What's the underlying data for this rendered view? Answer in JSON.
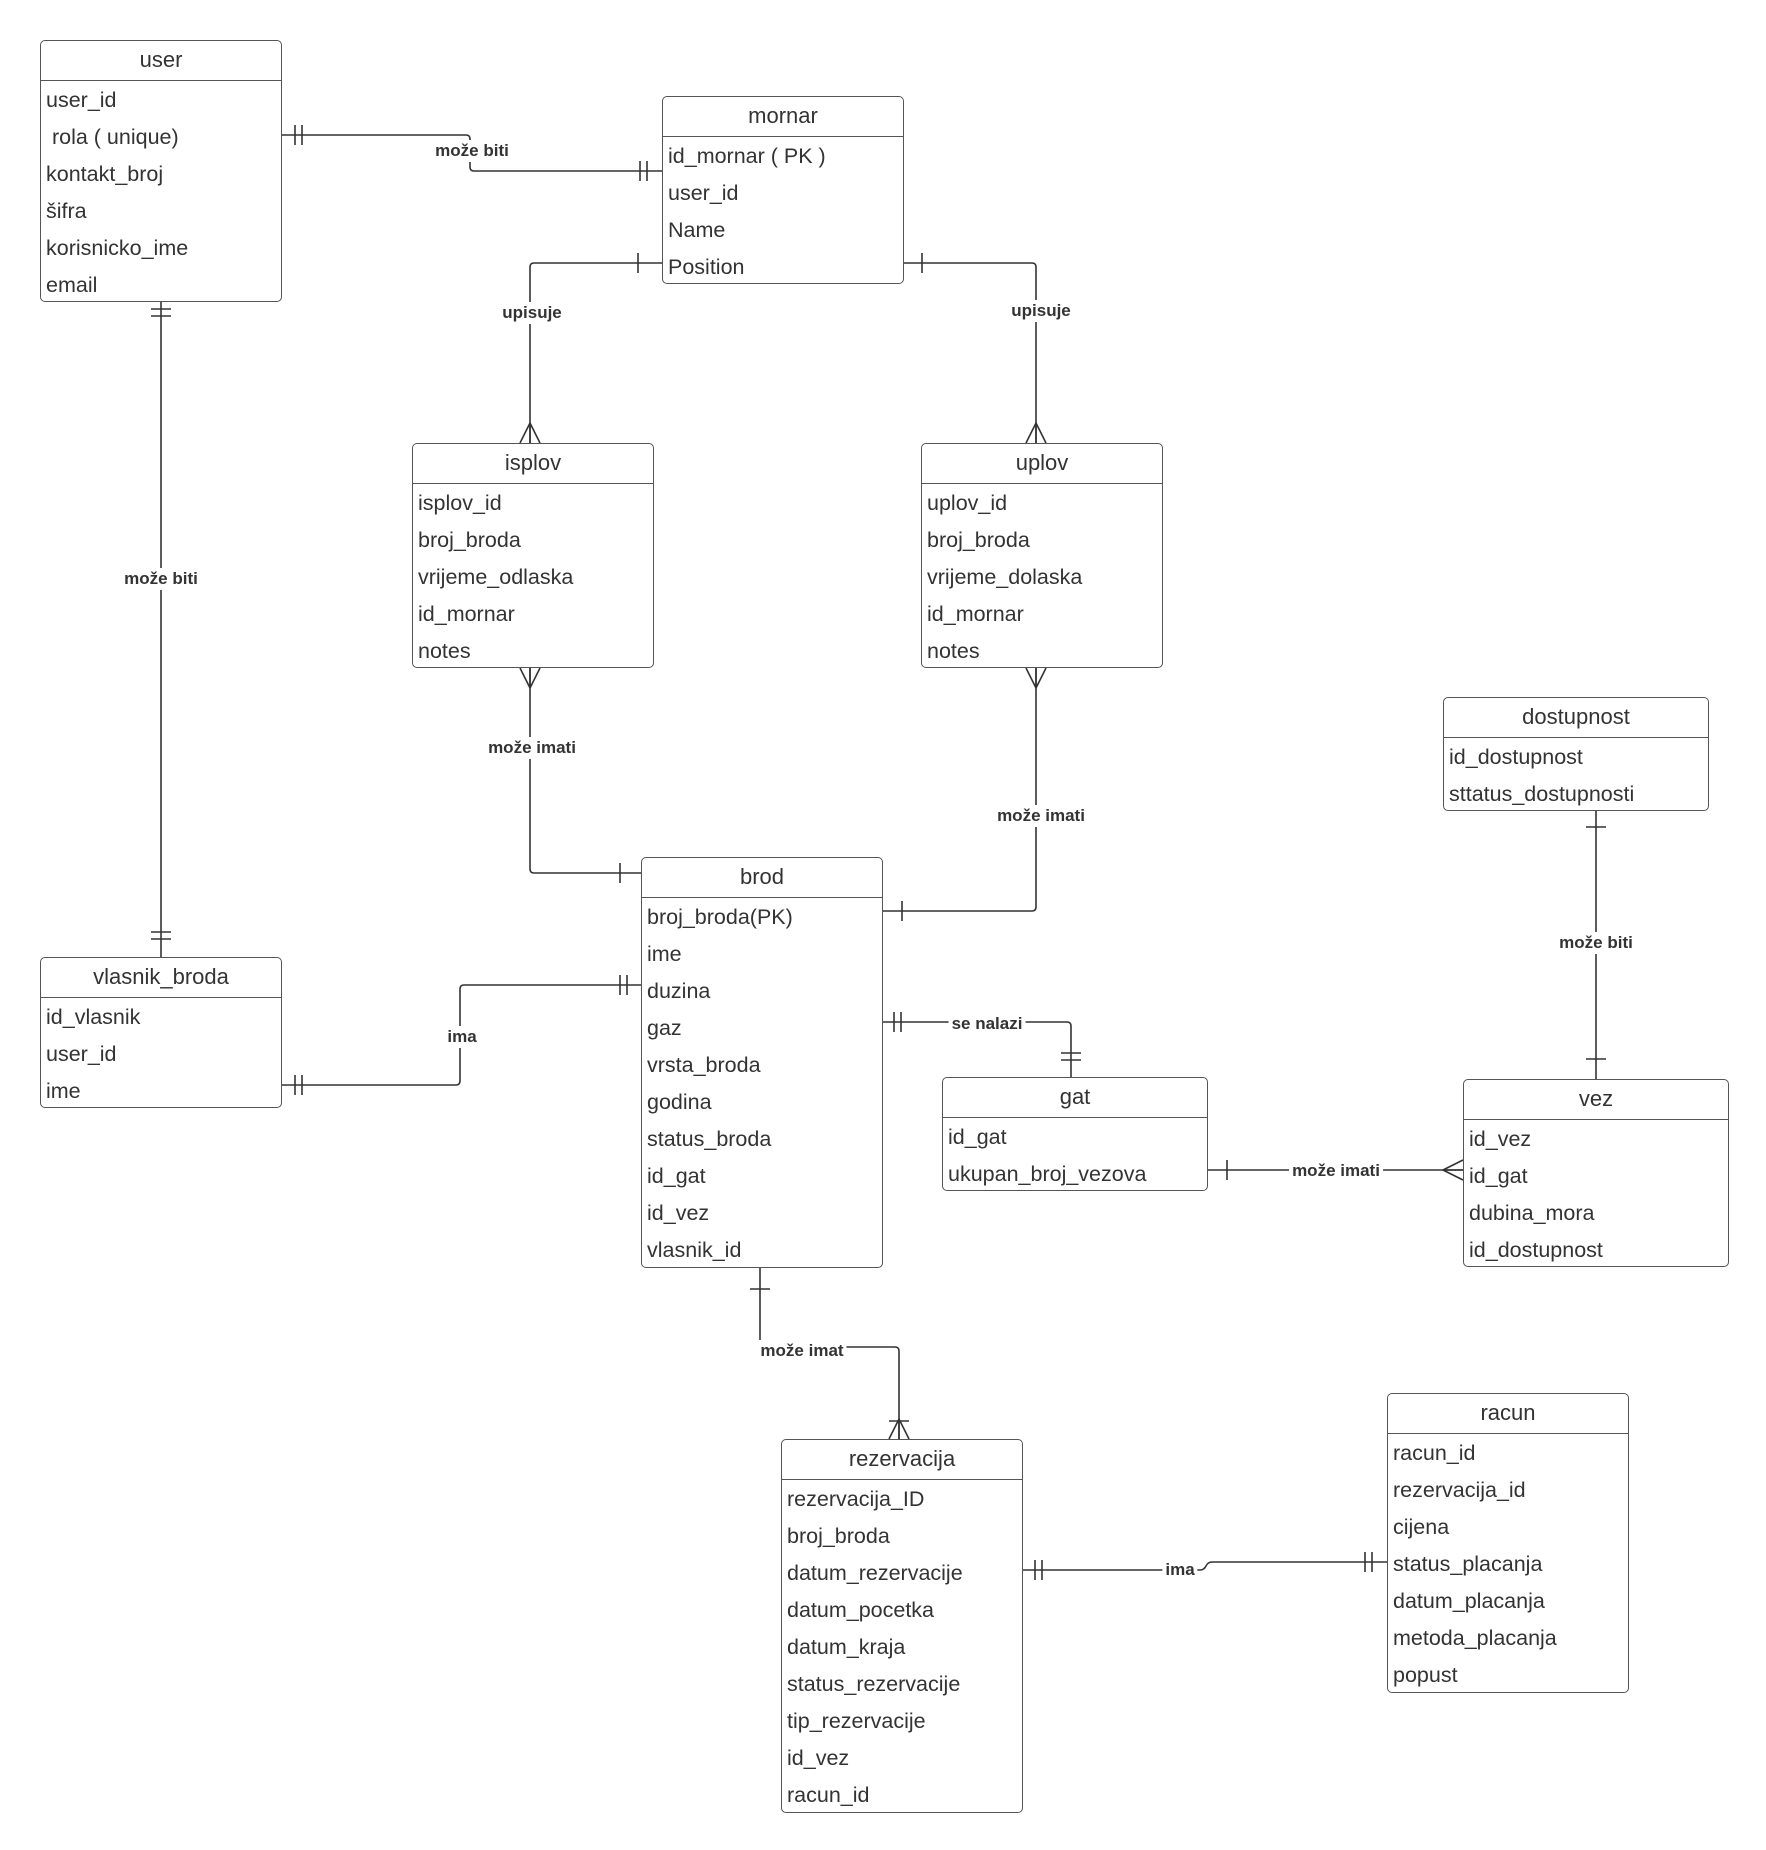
{
  "diagram": {
    "entities": {
      "user": {
        "title": "user",
        "attributes": [
          "user_id",
          " rola ( unique)",
          "kontakt_broj",
          "šifra",
          "korisnicko_ime",
          "email"
        ]
      },
      "mornar": {
        "title": "mornar",
        "attributes": [
          "id_mornar ( PK )",
          "user_id",
          "Name",
          "Position"
        ]
      },
      "isplov": {
        "title": "isplov",
        "attributes": [
          "isplov_id",
          "broj_broda",
          "vrijeme_odlaska",
          "id_mornar",
          "notes"
        ]
      },
      "uplov": {
        "title": "uplov",
        "attributes": [
          "uplov_id",
          "broj_broda",
          "vrijeme_dolaska",
          "id_mornar",
          "notes"
        ]
      },
      "dostupnost": {
        "title": "dostupnost",
        "attributes": [
          "id_dostupnost",
          "sttatus_dostupnosti"
        ]
      },
      "brod": {
        "title": "brod",
        "attributes": [
          "broj_broda(PK)",
          "ime",
          "duzina",
          "gaz",
          "vrsta_broda",
          "godina",
          "status_broda",
          "id_gat",
          "id_vez",
          "vlasnik_id"
        ]
      },
      "vlasnik_broda": {
        "title": "vlasnik_broda",
        "attributes": [
          "id_vlasnik",
          "user_id",
          "ime"
        ]
      },
      "gat": {
        "title": "gat",
        "attributes": [
          "id_gat",
          "ukupan_broj_vezova"
        ]
      },
      "vez": {
        "title": "vez",
        "attributes": [
          "id_vez",
          "id_gat",
          "dubina_mora",
          "id_dostupnost"
        ]
      },
      "rezervacija": {
        "title": "rezervacija",
        "attributes": [
          "rezervacija_ID",
          "broj_broda",
          "datum_rezervacije",
          "datum_pocetka",
          "datum_kraja",
          "status_rezervacije",
          "tip_rezervacije",
          "id_vez",
          "racun_id"
        ]
      },
      "racun": {
        "title": "racun",
        "attributes": [
          "racun_id",
          "rezervacija_id",
          "cijena",
          "status_placanja",
          "datum_placanja",
          "metoda_placanja",
          "popust"
        ]
      }
    },
    "relationships": {
      "user_mornar": "može biti",
      "mornar_isplov": "upisuje",
      "mornar_uplov": "upisuje",
      "user_vlasnik": "može biti",
      "isplov_brod": "može imati",
      "uplov_brod": "može imati",
      "dostupnost_vez": "može biti",
      "vlasnik_brod": "ima",
      "brod_gat": "se nalazi",
      "gat_vez": "može imati",
      "brod_rezervacija": "može imat",
      "rezervacija_racun": "ima"
    },
    "colors": {
      "line": "#333333",
      "border": "#555555",
      "text": "#333333"
    }
  }
}
